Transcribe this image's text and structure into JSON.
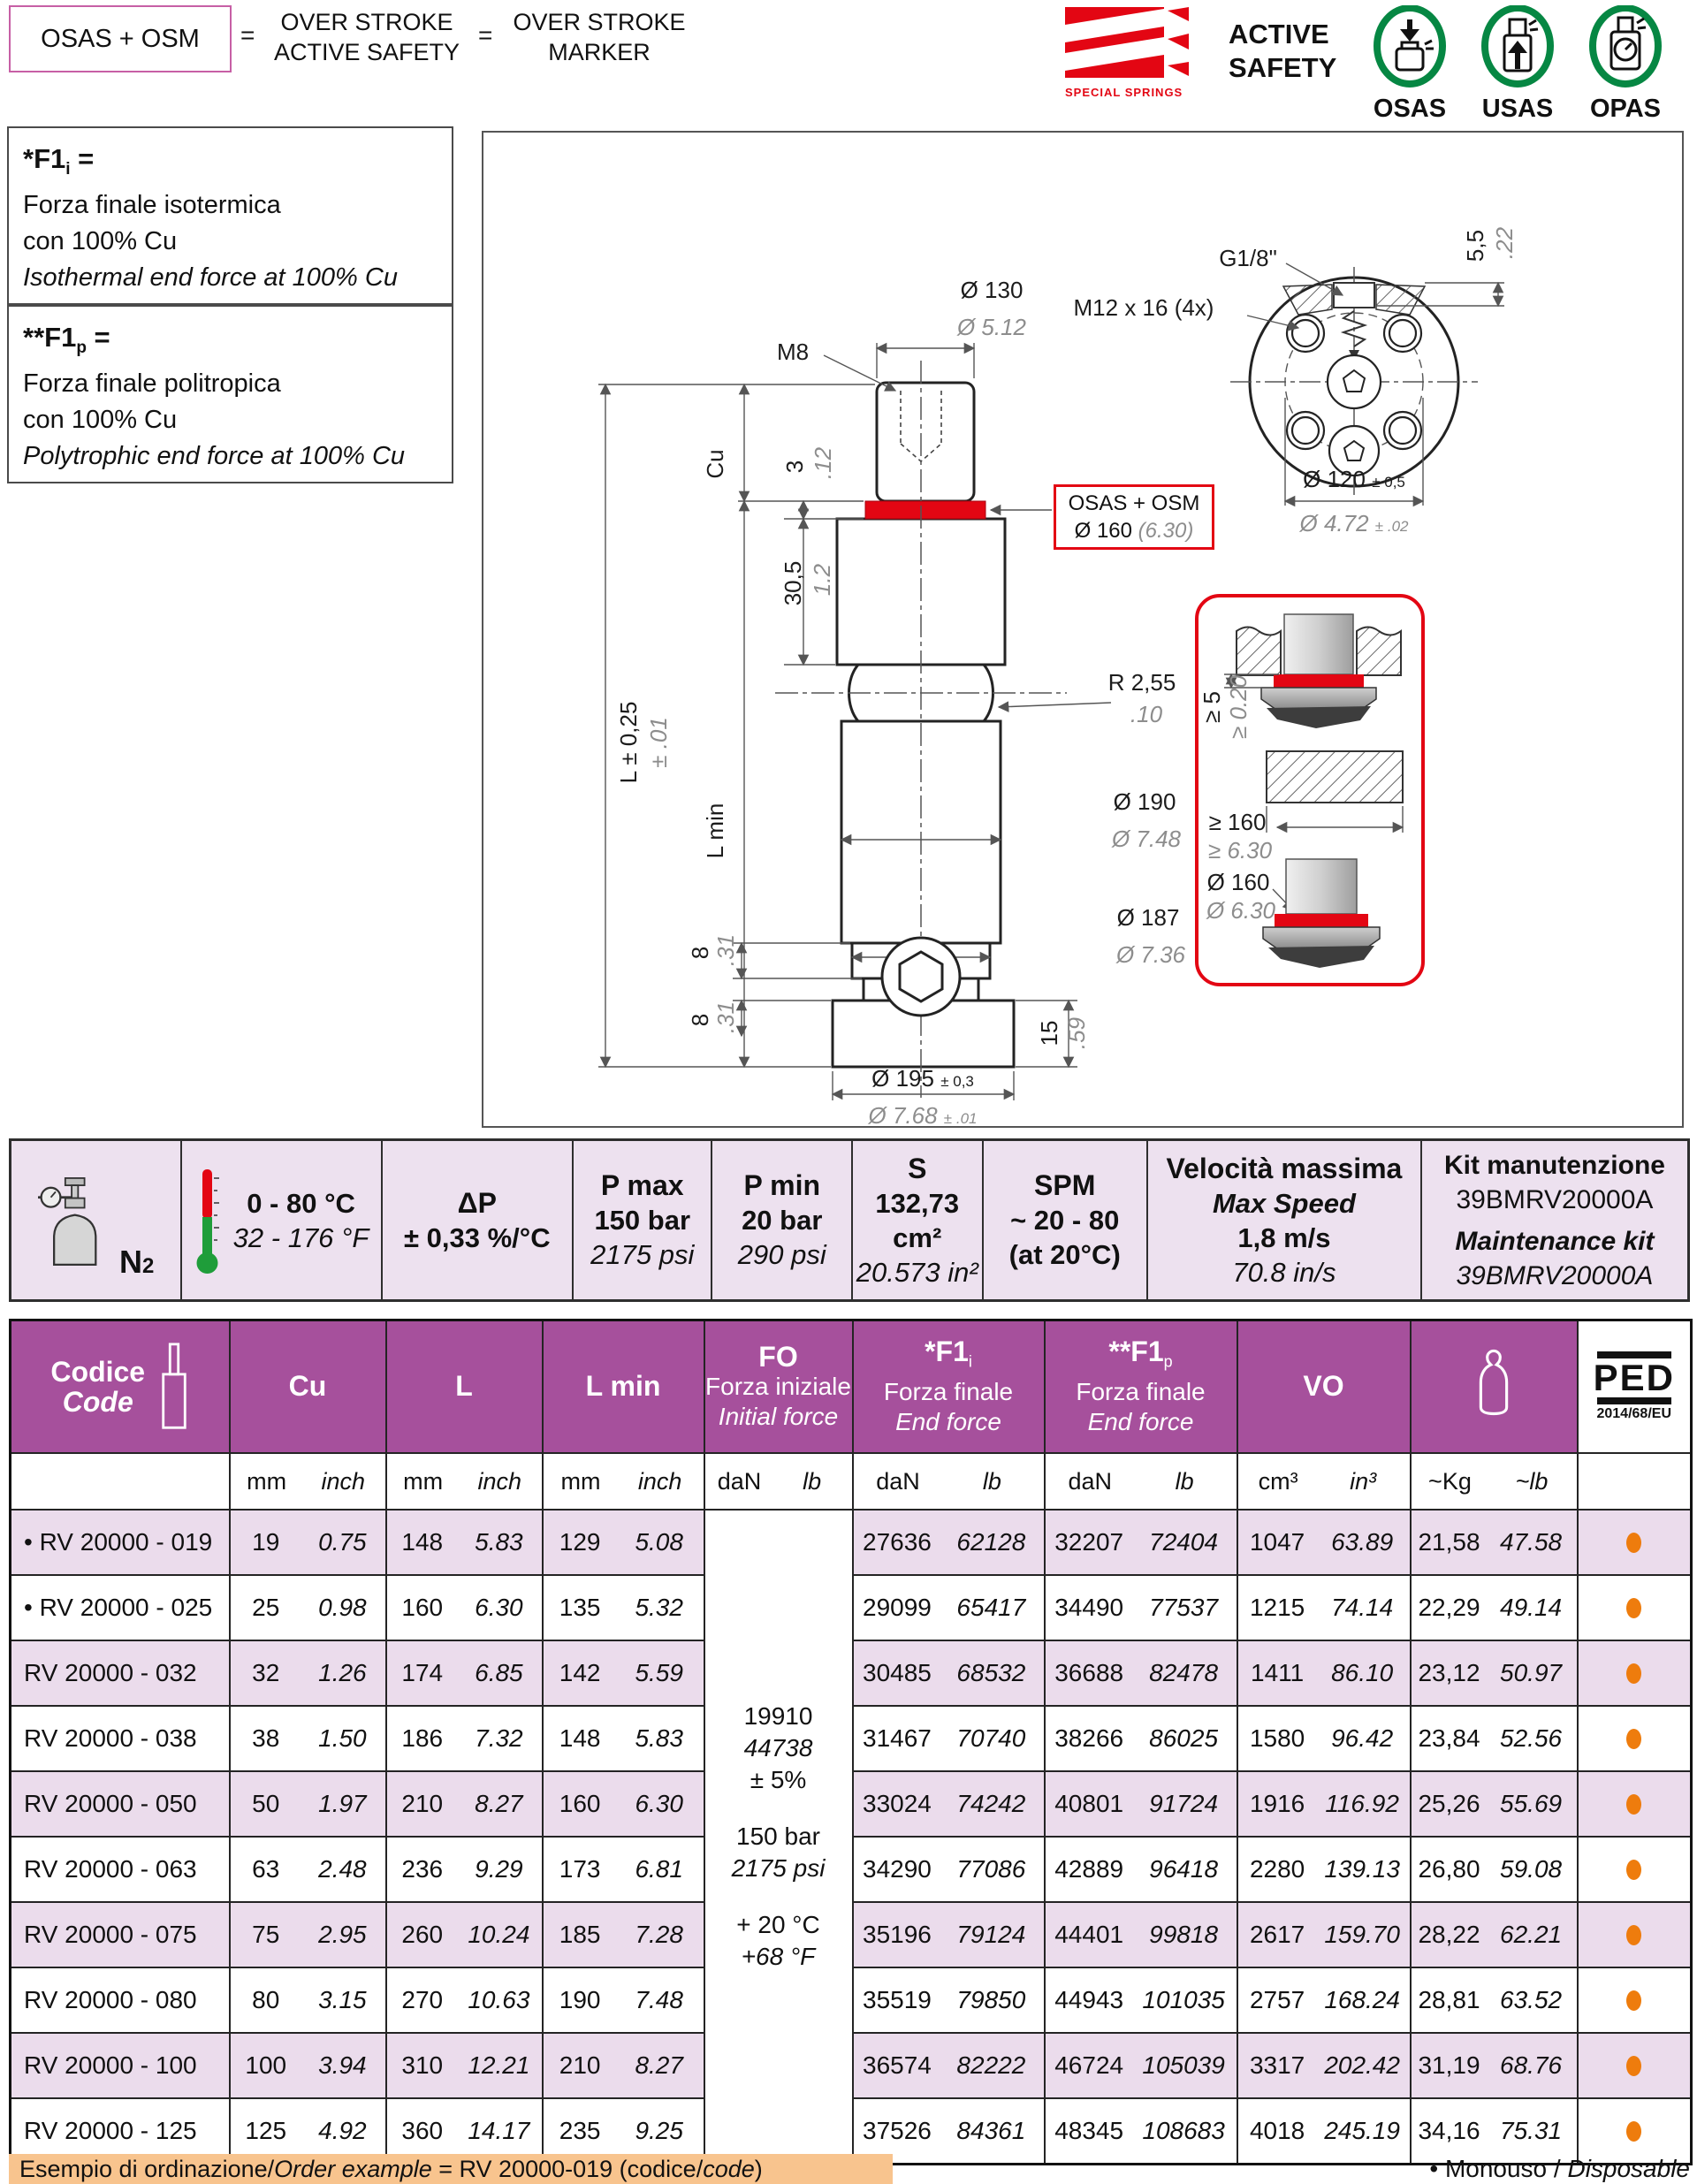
{
  "colors": {
    "accent_purple": "#a6509c",
    "row_lavender": "#ebdcec",
    "spec_lavender": "#ede1ef",
    "red": "#e30613",
    "orange_dot": "#ee7c0d",
    "highlight_peach": "#f8c48e",
    "badge_green": "#068743",
    "pink_border": "#c75fa5"
  },
  "header": {
    "osas_box": "OSAS + OSM",
    "eq1": "=",
    "stack1a": "OVER STROKE",
    "stack1b": "ACTIVE SAFETY",
    "eq2": "=",
    "stack2a": "OVER STROKE",
    "stack2b": "MARKER",
    "brand": "SPECIAL SPRINGS",
    "active1": "ACTIVE",
    "active2": "SAFETY",
    "badges": [
      {
        "label": "OSAS"
      },
      {
        "label": "USAS"
      },
      {
        "label": "OPAS"
      }
    ]
  },
  "notes": {
    "f1i_sym": "*F1",
    "f1i_sub": "i",
    "f1i_eq": " =",
    "f1i_l1": "Forza finale isotermica",
    "f1i_l2": "con 100% Cu",
    "f1i_l3": "Isothermal end force at 100% Cu",
    "f1p_sym": "**F1",
    "f1p_sub": "p",
    "f1p_eq": " =",
    "f1p_l1": "Forza finale politropica",
    "f1p_l2": "con 100% Cu",
    "f1p_l3": "Polytrophic end force at 100% Cu"
  },
  "drawing": {
    "d130_mm": "Ø 130",
    "d130_in": "Ø 5.12",
    "m8": "M8",
    "cu": "Cu",
    "dim3_mm": "3",
    "dim3_in": ".12",
    "dim305_mm": "30,5",
    "dim305_in": "1.2",
    "ltol_mm": "L ± 0,25",
    "ltol_in": "± .01",
    "lmin": "L min",
    "callout_title": "OSAS + OSM",
    "callout_d": "Ø 160",
    "callout_di": "(6.30)",
    "r255_mm": "R 2,55",
    "r255_in": ".10",
    "d190_mm": "Ø 190",
    "d190_in": "Ø 7.48",
    "d187_mm": "Ø 187",
    "d187_in": "Ø 7.36",
    "dim8a_mm": "8",
    "dim8a_in": ".31",
    "dim8b_mm": "8",
    "dim8b_in": ".31",
    "dim15_mm": "15",
    "dim15_in": ".59",
    "d195_mm": "Ø 195",
    "d195_tol": "± 0,3",
    "d195_in": "Ø 7.68",
    "d195_in_tol": "± .01",
    "g18": "G1/8\"",
    "m12": "M12 x 16 (4x)",
    "dim55_mm": "5,5",
    "dim55_in": ".22",
    "d120_mm": "Ø 120",
    "d120_tol": "± 0,5",
    "d120_in": "Ø 4.72",
    "d120_in_tol": "± .02",
    "ge5_mm": "≥ 5",
    "ge5_in": "≥ 0.20",
    "ge160_mm": "≥ 160",
    "ge160_in": "≥ 6.30",
    "d160_mm": "Ø 160",
    "d160_in": "Ø 6.30"
  },
  "specs": {
    "n2": "N",
    "n2_sub": "2",
    "temp_c": "0 - 80 °C",
    "temp_f": "32 - 176 °F",
    "dp_title": "ΔP",
    "dp_value": "± 0,33 %/°C",
    "pmax_title": "P max",
    "pmax_bar": "150 bar",
    "pmax_psi": "2175 psi",
    "pmin_title": "P min",
    "pmin_bar": "20 bar",
    "pmin_psi": "290 psi",
    "s_title": "S",
    "s_cm": "132,73 cm²",
    "s_in": "20.573 in²",
    "spm_title": "SPM",
    "spm_value": "~ 20 - 80",
    "spm_note": "(at 20°C)",
    "v_title_it": "Velocità massima",
    "v_title_en": "Max Speed",
    "v_ms": "1,8 m/s",
    "v_ins": "70.8 in/s",
    "kit_title_it": "Kit manutenzione",
    "kit_code1": "39BMRV20000A",
    "kit_title_en": "Maintenance kit",
    "kit_code2": "39BMRV20000A"
  },
  "table": {
    "h_codice": "Codice",
    "h_code": "Code",
    "h_cu": "Cu",
    "h_l": "L",
    "h_lmin": "L min",
    "h_fo": "FO",
    "h_fo_it": "Forza iniziale",
    "h_fo_en": "Initial force",
    "h_f1i": "*F1",
    "h_f1i_sub": "i",
    "h_f1_it": "Forza finale",
    "h_f1_en": "End force",
    "h_f1p": "**F1",
    "h_f1p_sub": "p",
    "h_vo": "VO",
    "h_ped": "PED",
    "h_ped_sub": "2014/68/EU",
    "u_mm": "mm",
    "u_inch": "inch",
    "u_dan": "daN",
    "u_lb": "lb",
    "u_cm3": "cm³",
    "u_in3": "in³",
    "u_kg": "~Kg",
    "u_lbw": "~lb",
    "fo_lines": [
      {
        "t": "19910",
        "i": false
      },
      {
        "t": "44738",
        "i": true
      },
      {
        "t": "± 5%",
        "i": false
      },
      {
        "t": "",
        "i": false
      },
      {
        "t": "150 bar",
        "i": false
      },
      {
        "t": "2175 psi",
        "i": true
      },
      {
        "t": "",
        "i": false
      },
      {
        "t": "+ 20 °C",
        "i": false
      },
      {
        "t": "+68 °F",
        "i": true
      }
    ],
    "rows": [
      {
        "code": "RV 20000 - 019",
        "bullet": true,
        "cu_mm": "19",
        "cu_in": "0.75",
        "l_mm": "148",
        "l_in": "5.83",
        "lm_mm": "129",
        "lm_in": "5.08",
        "f1i_m": "27636",
        "f1i_i": "62128",
        "f1p_m": "32207",
        "f1p_i": "72404",
        "vo_m": "1047",
        "vo_i": "63.89",
        "kg": "21,58",
        "lbw": "47.58"
      },
      {
        "code": "RV 20000 - 025",
        "bullet": true,
        "cu_mm": "25",
        "cu_in": "0.98",
        "l_mm": "160",
        "l_in": "6.30",
        "lm_mm": "135",
        "lm_in": "5.32",
        "f1i_m": "29099",
        "f1i_i": "65417",
        "f1p_m": "34490",
        "f1p_i": "77537",
        "vo_m": "1215",
        "vo_i": "74.14",
        "kg": "22,29",
        "lbw": "49.14"
      },
      {
        "code": "RV 20000 - 032",
        "bullet": false,
        "cu_mm": "32",
        "cu_in": "1.26",
        "l_mm": "174",
        "l_in": "6.85",
        "lm_mm": "142",
        "lm_in": "5.59",
        "f1i_m": "30485",
        "f1i_i": "68532",
        "f1p_m": "36688",
        "f1p_i": "82478",
        "vo_m": "1411",
        "vo_i": "86.10",
        "kg": "23,12",
        "lbw": "50.97"
      },
      {
        "code": "RV 20000 - 038",
        "bullet": false,
        "cu_mm": "38",
        "cu_in": "1.50",
        "l_mm": "186",
        "l_in": "7.32",
        "lm_mm": "148",
        "lm_in": "5.83",
        "f1i_m": "31467",
        "f1i_i": "70740",
        "f1p_m": "38266",
        "f1p_i": "86025",
        "vo_m": "1580",
        "vo_i": "96.42",
        "kg": "23,84",
        "lbw": "52.56"
      },
      {
        "code": "RV 20000 - 050",
        "bullet": false,
        "cu_mm": "50",
        "cu_in": "1.97",
        "l_mm": "210",
        "l_in": "8.27",
        "lm_mm": "160",
        "lm_in": "6.30",
        "f1i_m": "33024",
        "f1i_i": "74242",
        "f1p_m": "40801",
        "f1p_i": "91724",
        "vo_m": "1916",
        "vo_i": "116.92",
        "kg": "25,26",
        "lbw": "55.69"
      },
      {
        "code": "RV 20000 - 063",
        "bullet": false,
        "cu_mm": "63",
        "cu_in": "2.48",
        "l_mm": "236",
        "l_in": "9.29",
        "lm_mm": "173",
        "lm_in": "6.81",
        "f1i_m": "34290",
        "f1i_i": "77086",
        "f1p_m": "42889",
        "f1p_i": "96418",
        "vo_m": "2280",
        "vo_i": "139.13",
        "kg": "26,80",
        "lbw": "59.08"
      },
      {
        "code": "RV 20000 - 075",
        "bullet": false,
        "cu_mm": "75",
        "cu_in": "2.95",
        "l_mm": "260",
        "l_in": "10.24",
        "lm_mm": "185",
        "lm_in": "7.28",
        "f1i_m": "35196",
        "f1i_i": "79124",
        "f1p_m": "44401",
        "f1p_i": "99818",
        "vo_m": "2617",
        "vo_i": "159.70",
        "kg": "28,22",
        "lbw": "62.21"
      },
      {
        "code": "RV 20000 - 080",
        "bullet": false,
        "cu_mm": "80",
        "cu_in": "3.15",
        "l_mm": "270",
        "l_in": "10.63",
        "lm_mm": "190",
        "lm_in": "7.48",
        "f1i_m": "35519",
        "f1i_i": "79850",
        "f1p_m": "44943",
        "f1p_i": "101035",
        "vo_m": "2757",
        "vo_i": "168.24",
        "kg": "28,81",
        "lbw": "63.52"
      },
      {
        "code": "RV 20000 - 100",
        "bullet": false,
        "cu_mm": "100",
        "cu_in": "3.94",
        "l_mm": "310",
        "l_in": "12.21",
        "lm_mm": "210",
        "lm_in": "8.27",
        "f1i_m": "36574",
        "f1i_i": "82222",
        "f1p_m": "46724",
        "f1p_i": "105039",
        "vo_m": "3317",
        "vo_i": "202.42",
        "kg": "31,19",
        "lbw": "68.76"
      },
      {
        "code": "RV 20000 - 125",
        "bullet": false,
        "cu_mm": "125",
        "cu_in": "4.92",
        "l_mm": "360",
        "l_in": "14.17",
        "lm_mm": "235",
        "lm_in": "9.25",
        "f1i_m": "37526",
        "f1i_i": "84361",
        "f1p_m": "48345",
        "f1p_i": "108683",
        "vo_m": "4018",
        "vo_i": "245.19",
        "kg": "34,16",
        "lbw": "75.31"
      }
    ]
  },
  "footer": {
    "ex1": "Esempio di ordinazione/",
    "ex2": "Order example",
    "ex3": " = RV 20000-019 (codice/",
    "ex4": "code",
    "ex5": ")",
    "disp_bullet": "•",
    "disp1": "Monouso / ",
    "disp2": "Disposable"
  }
}
